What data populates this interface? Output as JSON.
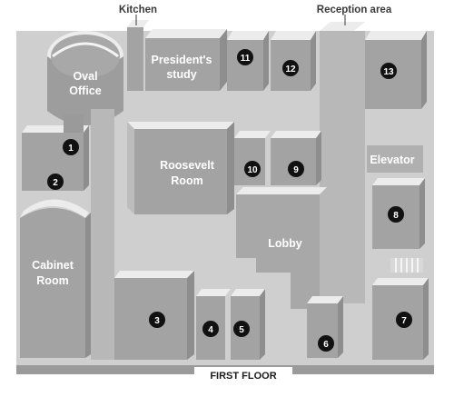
{
  "labels": {
    "kitchen": "Kitchen",
    "reception": "Reception area",
    "oval_line1": "Oval",
    "oval_line2": "Office",
    "president_line1": "President's",
    "president_line2": "study",
    "roosevelt_line1": "Roosevelt",
    "roosevelt_line2": "Room",
    "cabinet_line1": "Cabinet",
    "cabinet_line2": "Room",
    "lobby": "Lobby",
    "elevator": "Elevator",
    "floor": "FIRST FLOOR"
  },
  "markers": [
    "1",
    "2",
    "3",
    "4",
    "5",
    "6",
    "7",
    "8",
    "9",
    "10",
    "11",
    "12",
    "13"
  ],
  "colors": {
    "floor": "#c4c4c4",
    "wall_top": "#ececec",
    "wall_side": "#8e8e8e",
    "room": "#a3a3a3",
    "marker": "#111111",
    "label_text": "#ffffff"
  }
}
